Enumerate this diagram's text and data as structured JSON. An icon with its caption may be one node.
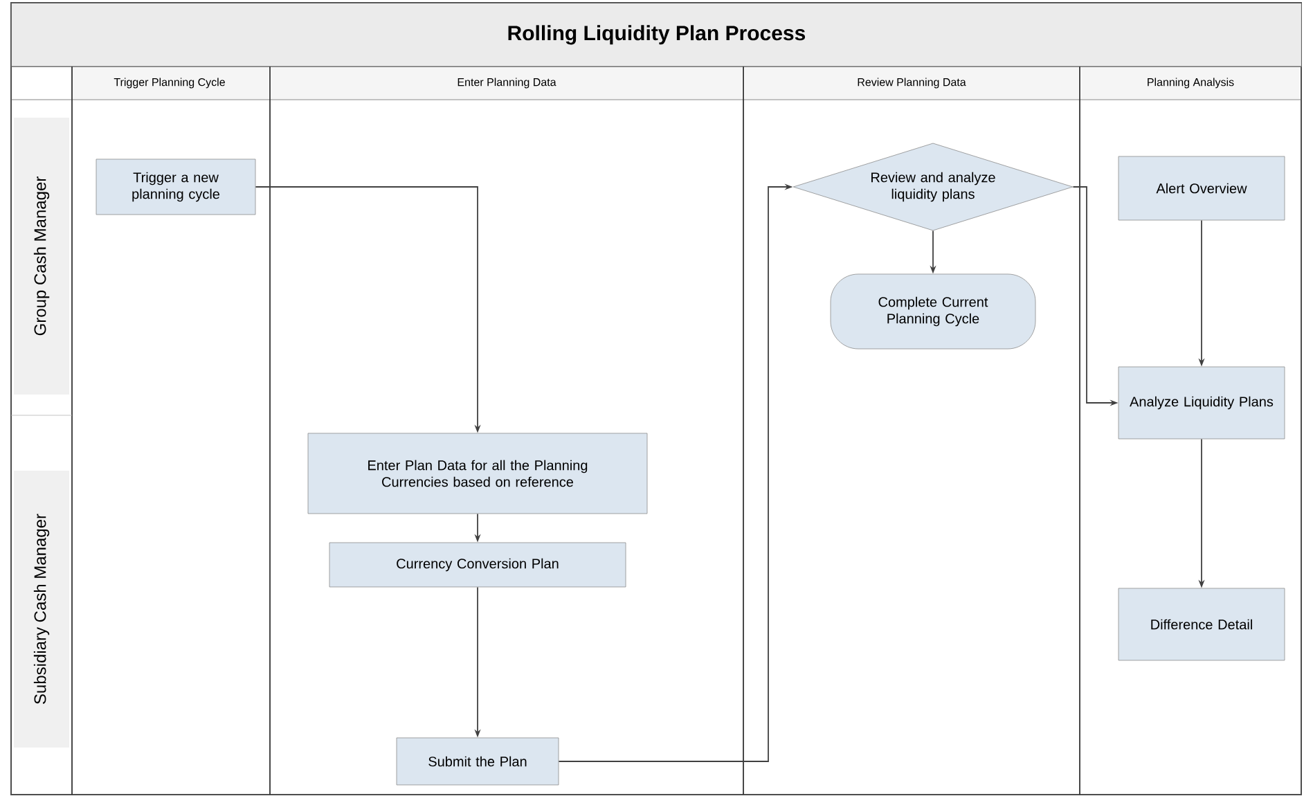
{
  "diagram": {
    "title": "Rolling Liquidity Plan Process",
    "nodes": [
      {
        "text": [
          "Trigger a new planning cycle"
        ]
      },
      {
        "text": [
          "Enter Plan Data for all the Planning Currencies based on reference"
        ]
      },
      {
        "text": [
          "Currency Conversion Plan"
        ]
      },
      {
        "text": [
          "Submit the Plan"
        ]
      },
      {
        "text": [
          "Review and analyze liquidity plans"
        ]
      },
      {
        "text": [
          "Complete Current Planning Cycle"
        ]
      },
      {
        "text": [
          "Alert Overview"
        ]
      },
      {
        "text": [
          "Analyze Liquidity Plans"
        ]
      },
      {
        "text": [
          "Difference Detail"
        ]
      }
    ],
    "edges": [
      {
        "from": 0,
        "to": 1,
        "arrow": "to"
      },
      {
        "from": 1,
        "to": 2,
        "arrow": "to"
      },
      {
        "from": 2,
        "to": 3,
        "arrow": "to"
      },
      {
        "from": 3,
        "to": 4,
        "arrow": "to"
      },
      {
        "from": 4,
        "to": 5,
        "arrow": "to"
      },
      {
        "from": 4,
        "to": 7,
        "arrow": "to"
      },
      {
        "from": 6,
        "to": 7,
        "arrow": "to"
      },
      {
        "from": 7,
        "to": 8,
        "arrow": "to"
      }
    ],
    "labels": [
      "Trigger Planning Cycle",
      "Enter Planning Data",
      "Review Planning Data",
      "Planning Analysis",
      "Group Cash Manager",
      "Subsidiary Cash Manager"
    ]
  }
}
